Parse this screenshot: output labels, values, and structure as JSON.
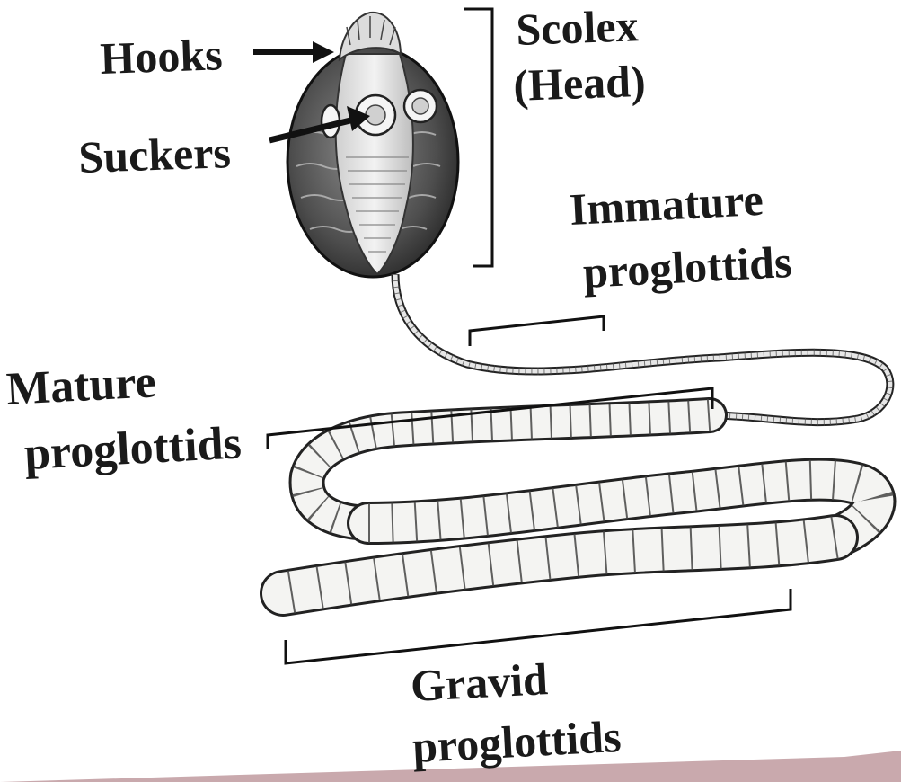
{
  "labels": {
    "hooks": "Hooks",
    "suckers": "Suckers",
    "scolex_line1": "Scolex",
    "scolex_line2": "(Head)",
    "immature_line1": "Immature",
    "immature_line2": "proglottids",
    "mature_line1": "Mature",
    "mature_line2": "proglottids",
    "gravid_line1": "Gravid",
    "gravid_line2": "proglottids"
  },
  "colors": {
    "ink": "#1a1a1a",
    "paper": "#ffffff",
    "background_edge": "#c9a9ad",
    "head_fill": "#5a5a5a",
    "segment_fill": "#f4f4f2"
  }
}
